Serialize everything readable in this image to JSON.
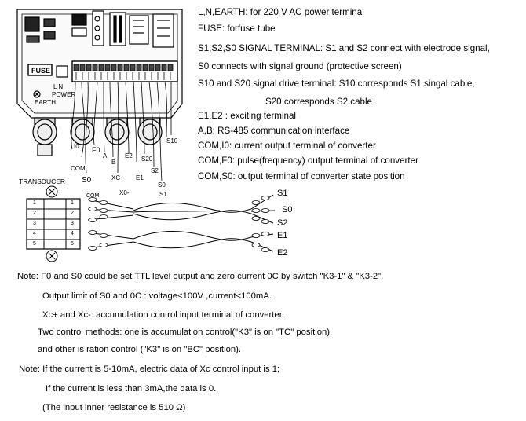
{
  "legend": [
    "L,N,EARTH: for 220 V AC power terminal",
    "FUSE: forfuse tube",
    "S1,S2,S0 SIGNAL TERMINAL: S1 and S2 connect with electrode signal,",
    "S0 connects with signal ground (protective screen)",
    "S10 and S20   signal drive terminal: S10 corresponds S1 singal cable,",
    "S20 corresponds S2 cable",
    "E1,E2 : exciting terminal",
    "A,B: RS-485 communication interface",
    "COM,I0: current output terminal of converter",
    "COM,F0: pulse(frequency) output terminal of converter",
    "COM,S0: output terminal of converter state position"
  ],
  "board": {
    "fuse": "FUSE",
    "ln": "L  N",
    "power": "POWER",
    "earth": "EARTH"
  },
  "terminals": {
    "i0": "I0",
    "com1": "COM",
    "s0a": "S0",
    "f0": "F0",
    "a": "A",
    "b": "B",
    "xc_plus": "XC+",
    "e2": "E2",
    "e1": "E1",
    "s20": "S20",
    "s2": "S2",
    "s0b": "S0",
    "s1": "S1",
    "s10": "S10",
    "com2": "COM",
    "xc_minus": "X0-"
  },
  "transducer": {
    "title": "TRANSDUCER",
    "pins_left": [
      "1",
      "2",
      "3",
      "4",
      "5"
    ],
    "pins_right": [
      "1",
      "2",
      "3",
      "4",
      "5"
    ]
  },
  "cables": {
    "s1": "S1",
    "s0": "S0",
    "s2": "S2",
    "e1": "E1",
    "e2": "E2"
  },
  "notes": [
    "Note: F0 and S0 could be set TTL level output and zero current 0C by switch \"K3-1\" & \"K3-2\".",
    "Output limit of S0 and 0C : voltage<100V ,current<100mA.",
    "Xc+ and Xc-:  accumulation control input terminal of converter.",
    "Two control methods: one is accumulation control(\"K3\" is on \"TC\" position),",
    "and other is ration control (\"K3\" is on \"BC\" position).",
    "Note: If the current is 5-10mA, electric data of Xc control input is 1;",
    "If the current is less than 3mA,the data is 0.",
    "(The input inner resistance is 510 Ω)"
  ]
}
